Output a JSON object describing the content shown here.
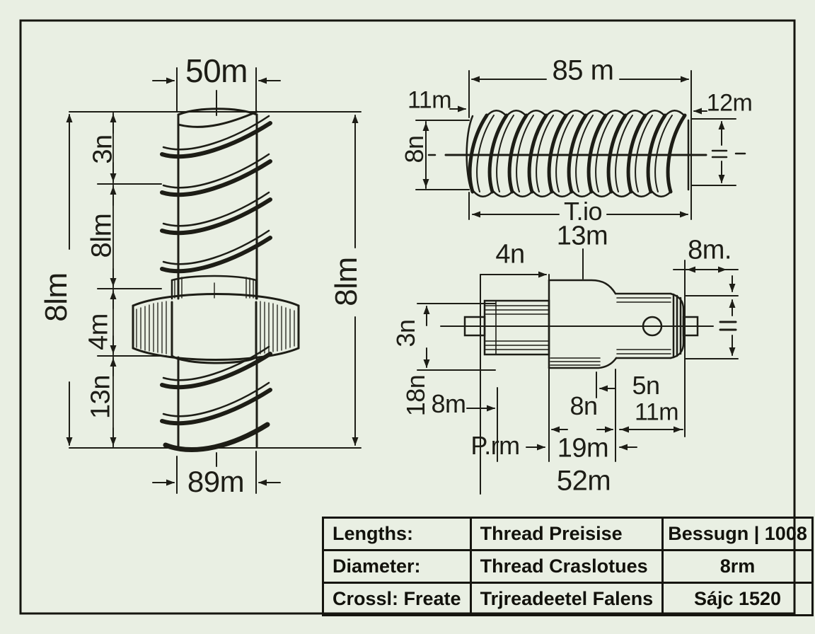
{
  "page": {
    "background": "#e9efe3",
    "line_color": "#1d1d16"
  },
  "stud_view": {
    "dims": {
      "top_width": "50m",
      "overall_height_left": "8lm",
      "upper_length": "3n",
      "mid_length": "8lm",
      "nut_height": "4m",
      "lower_length": "13n",
      "bottom_width": "89m",
      "overall_height_right": "8lm"
    }
  },
  "screw_view": {
    "dims": {
      "overall_length": "85 m",
      "left_end": "11m",
      "right_end": "12m",
      "diameter": "8n",
      "thread_length": "T.io",
      "pitch": "13m"
    }
  },
  "shaft_view": {
    "dims": {
      "left_section": "4n",
      "head_offset": "8m.",
      "shank_diameter": "3n",
      "left_diameter": "18n",
      "first_length": "8m",
      "mid_length": "8n",
      "neck_length": "5n",
      "head_length": "11m",
      "second_length": "P.rm",
      "third_length": "19m",
      "overall_length": "52m"
    }
  },
  "title_block": {
    "rows": [
      {
        "label": "Lengths:",
        "description": "Thread Preisise",
        "value": "Bessugn | 1008"
      },
      {
        "label": "Diameter:",
        "description": "Thread Craslotues",
        "value": "8rm"
      },
      {
        "label": "Crossl: Freate",
        "description": "Trjreadeetel Falens",
        "value": "Sájc 1520"
      }
    ]
  }
}
